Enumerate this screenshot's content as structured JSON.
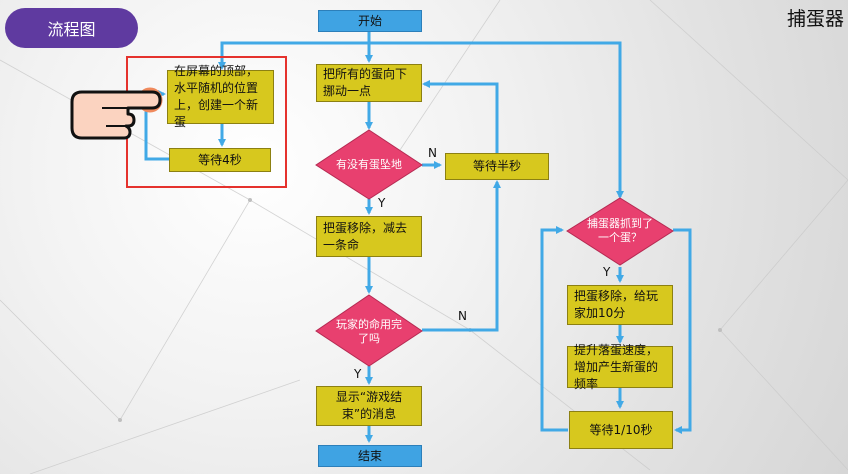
{
  "header": {
    "tag_label": "流程图",
    "title": "捕蛋器"
  },
  "flowchart": {
    "start": "开始",
    "move_eggs": "把所有的蛋向下挪动一点",
    "egg_landed_q": "有没有蛋坠地",
    "wait_half": "等待半秒",
    "remove_egg_life": "把蛋移除，减去一条命",
    "lives_done_q": "玩家的命用完了吗",
    "show_game_over": "显示“游戏结束”的消息",
    "end": "结束",
    "create_egg": "在屏幕的顶部，水平随机的位置上，创建一个新蛋",
    "wait_4": "等待4秒",
    "catcher_q": "捕蛋器抓到了一个蛋？",
    "remove_egg_score": "把蛋移除，给玩家加10分",
    "speed_up": "提升落蛋速度，增加产生新蛋的频率",
    "wait_tenth": "等待1/10秒",
    "labels": {
      "n1": "N",
      "y1": "Y",
      "n2": "N",
      "y2": "Y",
      "y3": "Y"
    }
  },
  "colors": {
    "process": "#d7c81e",
    "decision": "#e8406f",
    "terminal": "#3fa3e3",
    "arrow": "#41a9e6",
    "highlight": "#e5322d",
    "tag": "#5f3aa0"
  }
}
